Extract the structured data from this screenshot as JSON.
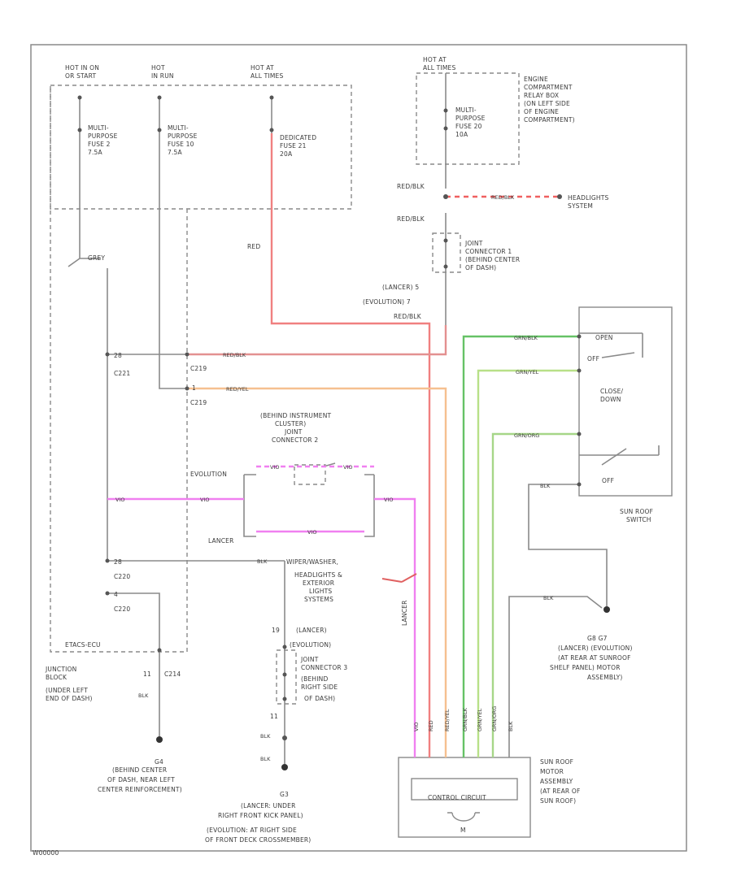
{
  "diagram": {
    "code": "W00000",
    "power": {
      "hot_in_on_start": [
        "HOT IN ON",
        "OR START"
      ],
      "hot_in_run": [
        "HOT",
        "IN RUN"
      ],
      "hot_at_all_times_left": [
        "HOT AT",
        "ALL TIMES"
      ],
      "hot_at_all_times_right": [
        "HOT AT",
        "ALL TIMES"
      ]
    },
    "fuses": {
      "mpf2": [
        "MULTI-",
        "PURPOSE",
        "FUSE 2",
        "7.5A"
      ],
      "mpf10": [
        "MULTI-",
        "PURPOSE",
        "FUSE 10",
        "7.5A"
      ],
      "dedicated21": [
        "DEDICATED",
        "FUSE 21",
        "20A"
      ],
      "mpf20": [
        "MULTI-",
        "PURPOSE",
        "FUSE 20",
        "10A"
      ]
    },
    "relay_box": [
      "ENGINE",
      "COMPARTMENT",
      "RELAY BOX",
      "(ON LEFT SIDE",
      "OF ENGINE",
      "COMPARTMENT)"
    ],
    "headlights": [
      "HEADLIGHTS",
      "SYSTEM"
    ],
    "joint1": [
      "JOINT",
      "CONNECTOR 1",
      "(BEHIND CENTER",
      "OF DASH)"
    ],
    "lancer_evo_pins": [
      "(LANCER)  5",
      "(EVOLUTION)  7"
    ],
    "joint2": [
      "(BEHIND INSTRUMENT",
      "CLUSTER)",
      "JOINT",
      "CONNECTOR 2"
    ],
    "joint3": [
      "JOINT",
      "CONNECTOR 3",
      "(BEHIND",
      "RIGHT SIDE",
      "OF DASH)"
    ],
    "lancer_evo_3": [
      "(LANCER)",
      "(EVOLUTION)"
    ],
    "pin_19": "19",
    "pin_11": "11",
    "wiper": [
      "WIPER/WASHER,",
      "HEADLIGHTS &",
      "EXTERIOR",
      "LIGHTS",
      "SYSTEMS"
    ],
    "lancer_tag": "LANCER",
    "junction_block": [
      "JUNCTION",
      "BLOCK",
      "(UNDER LEFT",
      "END OF DASH)"
    ],
    "etacs": "ETACS-ECU",
    "connectors": {
      "c221": "C221",
      "c219": "C219",
      "c220": "C220",
      "c214": "C214",
      "p28": "28",
      "p1": "1",
      "p4": "4",
      "p11": "11"
    },
    "grounds": {
      "g1_id": "G4",
      "g1": [
        "(BEHIND CENTER",
        "OF DASH, NEAR LEFT",
        "CENTER REINFORCEMENT)"
      ],
      "g2_id": "G3",
      "g2": [
        "(LANCER: UNDER",
        "RIGHT FRONT KICK PANEL)",
        "(EVOLUTION: AT RIGHT SIDE",
        "OF FRONT DECK CROSSMEMBER)"
      ],
      "g3_id": "G8  G7",
      "g3": [
        "(LANCER)  (EVOLUTION)",
        "(AT REAR    AT SUNROOF",
        "SHELF PANEL)  MOTOR",
        "ASSEMBLY)"
      ]
    },
    "switch": {
      "open": "OPEN",
      "off": "OFF",
      "close": "CLOSE/",
      "down": "DOWN",
      "off2": "OFF",
      "title": [
        "SUN ROOF",
        "SWITCH"
      ]
    },
    "motor": {
      "box_label": "CONTROL CIRCUIT",
      "m_label": "M",
      "title": [
        "SUN ROOF",
        "MOTOR",
        "ASSEMBLY",
        "(AT REAR OF",
        "SUN ROOF)"
      ]
    },
    "wires": {
      "grey": "GREY",
      "red": "RED",
      "redblk": "RED/BLK",
      "redyel": "RED/YEL",
      "vio": "VIO",
      "blk": "BLK",
      "grnblk": "GRN/BLK",
      "grnyel": "GRN/YEL",
      "grnorg": "GRN/ORG",
      "evolution": "EVOLUTION",
      "lancer": "LANCER"
    }
  }
}
